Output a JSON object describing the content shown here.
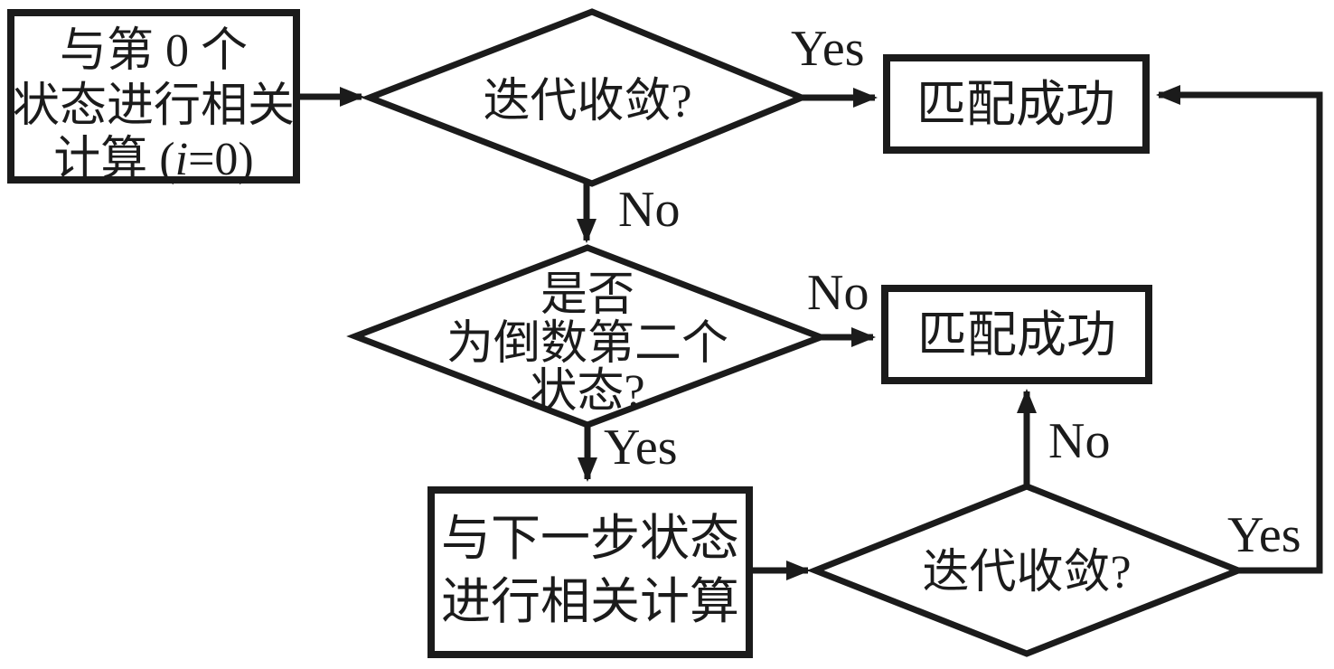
{
  "diagram": {
    "background": "#ffffff",
    "line_color": "#1b1b1b",
    "nodes": {
      "start": {
        "type": "process",
        "line1": "与第 0 个",
        "line2": "状态进行相关",
        "line3_pre": "计算 (",
        "line3_italic": "i",
        "line3_post": "=0)"
      },
      "converge1": {
        "type": "decision",
        "label": "迭代收敛?"
      },
      "success1": {
        "type": "process",
        "label": "匹配成功"
      },
      "second_last": {
        "type": "decision",
        "line1": "是否",
        "line2": "为倒数第二个",
        "line3": "状态?"
      },
      "success2": {
        "type": "process",
        "label": "匹配成功"
      },
      "next_state": {
        "type": "process",
        "line1": "与下一步状态",
        "line2": "进行相关计算"
      },
      "converge2": {
        "type": "decision",
        "label": "迭代收敛?"
      }
    },
    "edge_labels": {
      "converge1_yes": "Yes",
      "converge1_no": "No",
      "second_last_no": "No",
      "second_last_yes": "Yes",
      "converge2_no": "No",
      "converge2_yes": "Yes"
    }
  }
}
